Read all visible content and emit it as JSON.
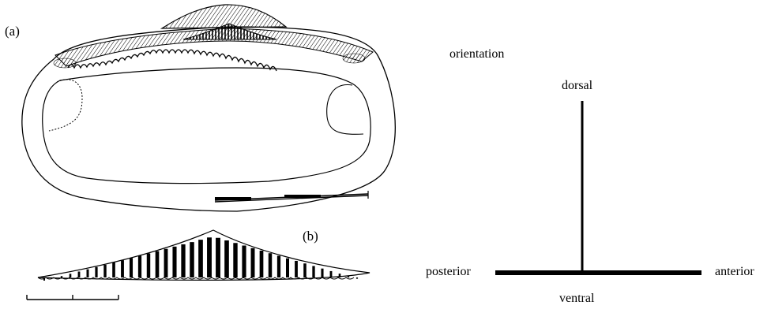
{
  "figure": {
    "panel_a_label": "(a)",
    "panel_b_label": "(b)"
  },
  "orientation": {
    "title": "orientation",
    "dorsal": "dorsal",
    "ventral": "ventral",
    "posterior": "posterior",
    "anterior": "anterior"
  },
  "colors": {
    "ink": "#000000",
    "background": "#ffffff"
  }
}
